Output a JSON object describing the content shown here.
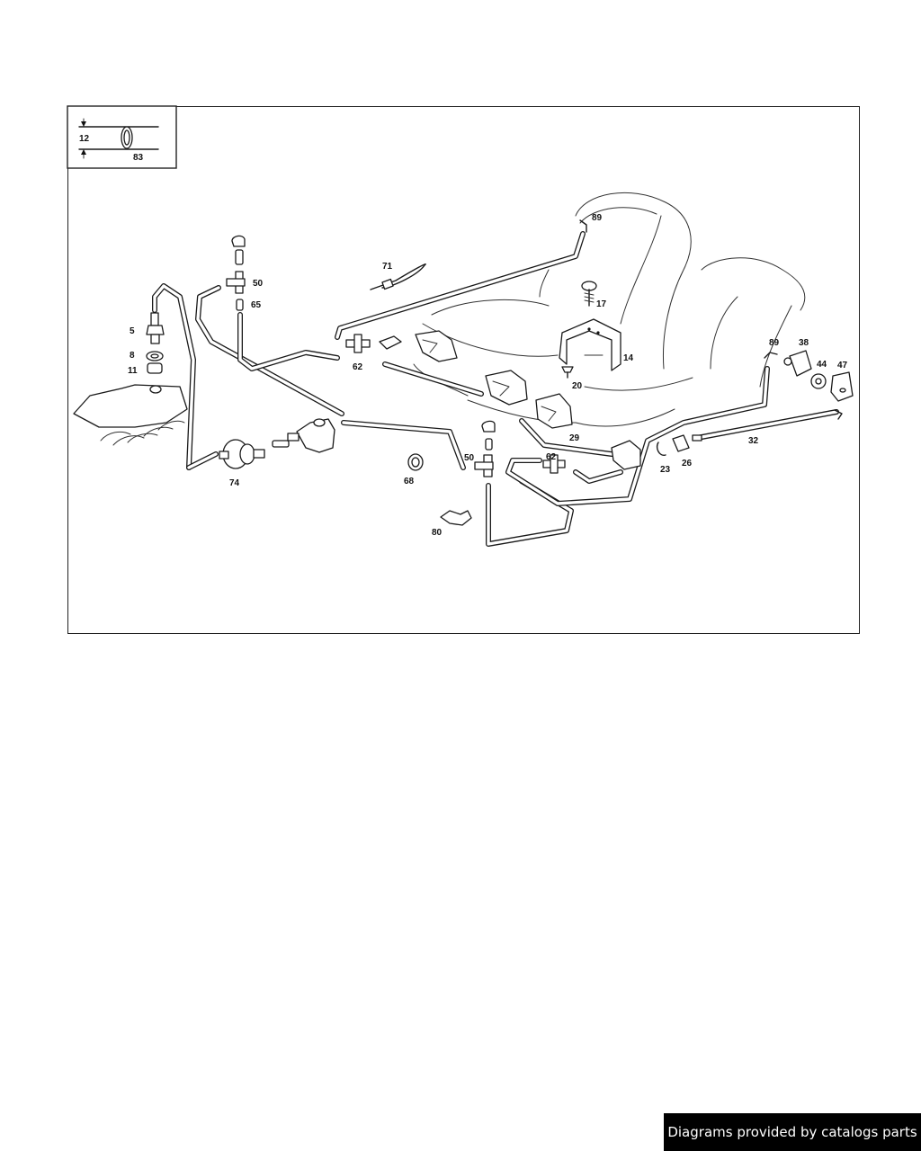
{
  "diagram": {
    "labels": {
      "p12": "12",
      "p83": "83",
      "p5": "5",
      "p8": "8",
      "p11": "11",
      "p50a": "50",
      "p65": "65",
      "p71": "71",
      "p62a": "62",
      "p89a": "89",
      "p17": "17",
      "p14": "14",
      "p20": "20",
      "p74": "74",
      "p68": "68",
      "p50b": "50",
      "p62b": "62",
      "p80": "80",
      "p29": "29",
      "p23": "23",
      "p26": "26",
      "p32": "32",
      "p89b": "89",
      "p38": "38",
      "p44": "44",
      "p47": "47"
    }
  },
  "footer": {
    "text": "Diagrams provided by catalogs parts",
    "background": "#000000",
    "color": "#ffffff"
  }
}
